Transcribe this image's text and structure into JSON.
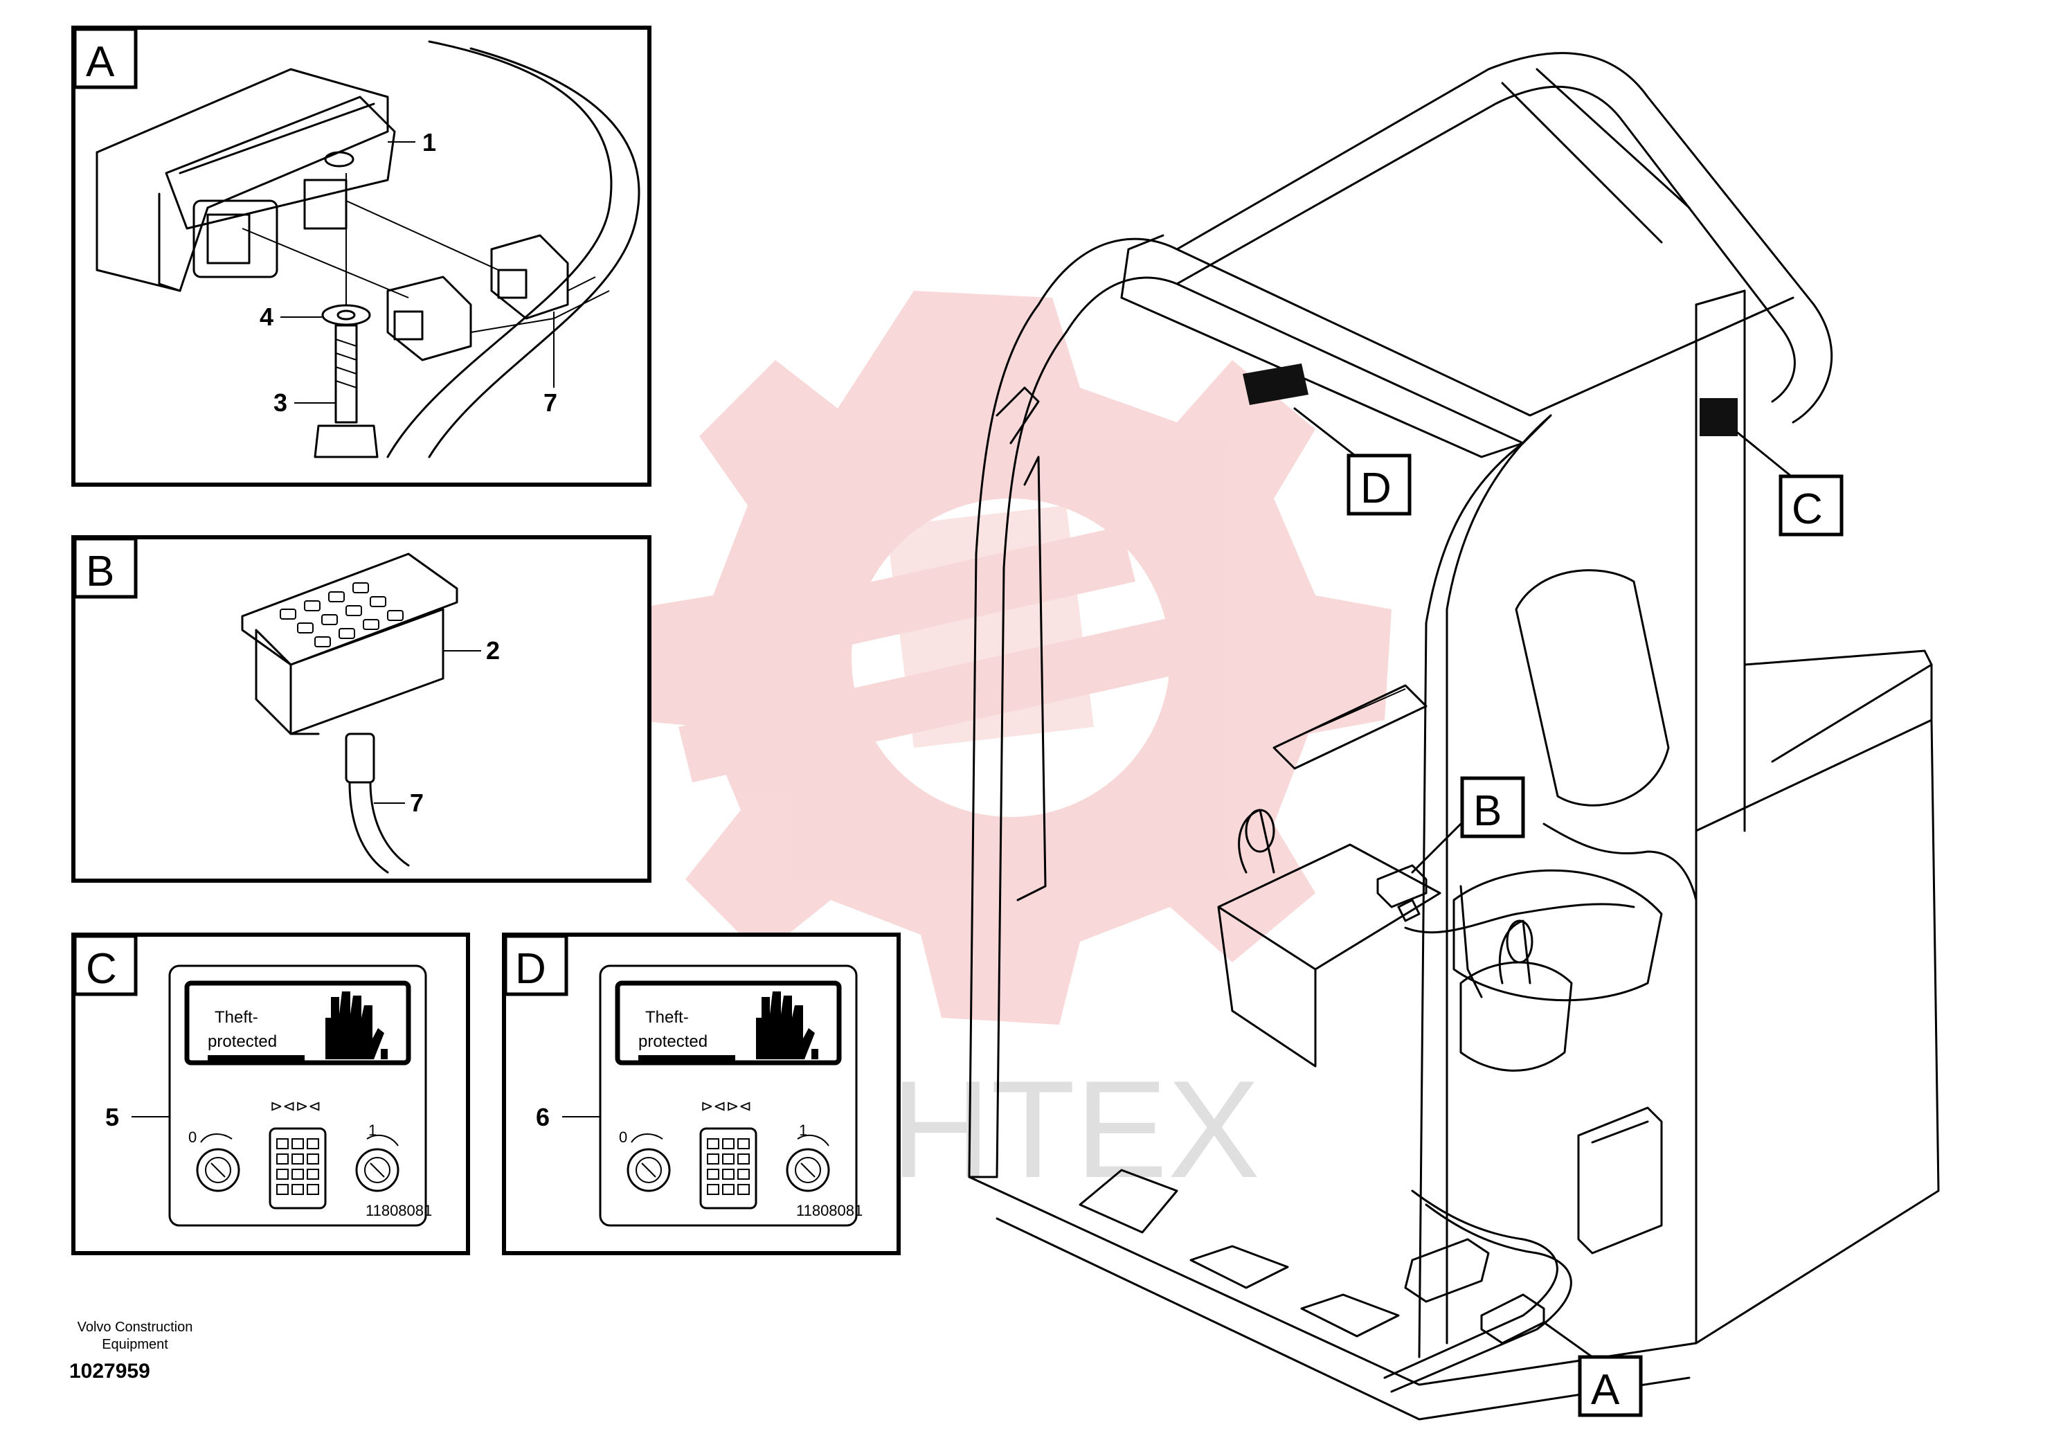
{
  "colors": {
    "line": "#000000",
    "watermark": "#f2b8b8",
    "watermark_text": "#d8d8d8"
  },
  "panels": {
    "A": {
      "label": "A",
      "callouts": [
        "1",
        "4",
        "3",
        "7"
      ]
    },
    "B": {
      "label": "B",
      "callouts": [
        "2",
        "7"
      ]
    },
    "C": {
      "label": "C",
      "callout": "5"
    },
    "D": {
      "label": "D",
      "callout": "6"
    }
  },
  "decal": {
    "line1": "Theft-",
    "line2": "protected",
    "code": "11808081",
    "key_left": "0",
    "key_right": "1"
  },
  "cab_tags": [
    "D",
    "C",
    "B",
    "A"
  ],
  "watermark": "MHTEX",
  "footer": {
    "company_line1": "Volvo Construction",
    "company_line2": "Equipment",
    "part_number": "1027959"
  }
}
